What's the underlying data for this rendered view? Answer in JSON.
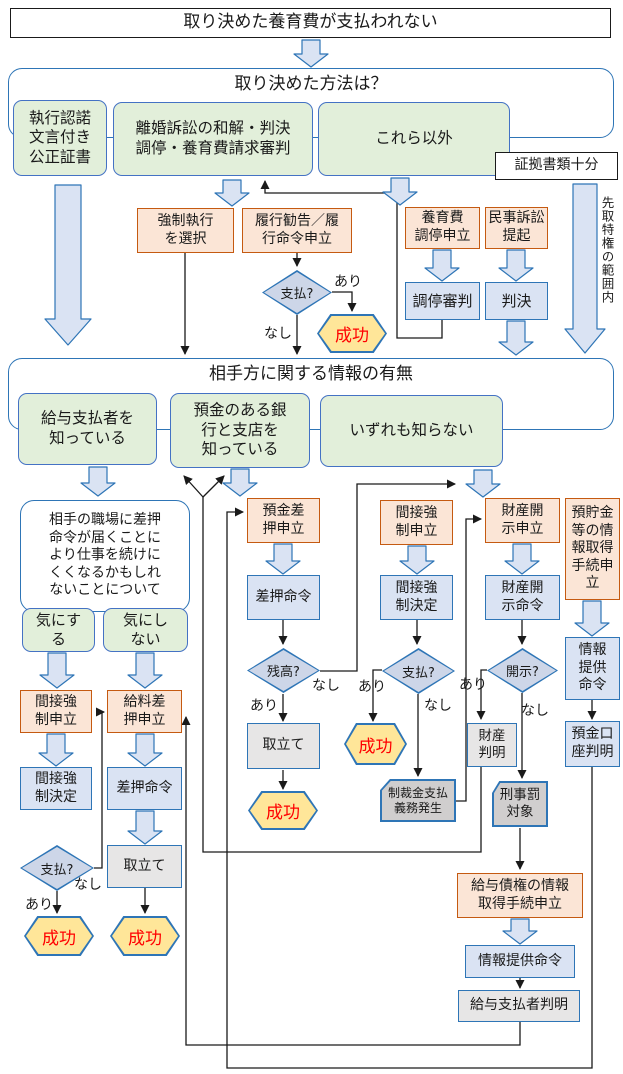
{
  "palette": {
    "green_fill": "#e2efda",
    "orange_fill": "#fbe5d6",
    "blue_fill": "#dae3f3",
    "gray_fill": "#e7e6e6",
    "dark_gray_fill": "#d0cece",
    "hex_fill": "#ffe699",
    "diamond_fill": "#cdd6e8",
    "blue_border": "#2e75b6",
    "orange_border": "#c55a11",
    "green_border": "#4472c4",
    "success_text": "#ff0000",
    "line": "#1a1a1a"
  },
  "nodes": {
    "start": "取り決めた養育費が支払われない",
    "method_q": "取り決めた方法は？",
    "notarized": "執行認諾\n文言付き\n公正証書",
    "court_settlement": "離婚訴訟の和解・判決\n調停・養育費請求審判",
    "other": "これら以外",
    "evidence": "証拠書類十分",
    "lien_note": "先取特権の範囲内",
    "choose_enforcement": "強制執行\nを選択",
    "advice_filing": "履行勧告／履\n行命令申立",
    "pay_q": "支払?",
    "balance_q": "残高?",
    "disclose_q": "開示?",
    "success": "成功",
    "mediation_filing": "養育費\n調停申立",
    "civil_suit": "民事訴訟\n提起",
    "mediation_ruling": "調停審判",
    "judgment": "判決",
    "info_q": "相手方に関する情報の有無",
    "know_employer": "給与支払者を\n知っている",
    "know_bank": "預金のある銀\n行と支店を\n知っている",
    "know_neither": "いずれも知らない",
    "worry_text": "相手の職場に差押\n命令が届くことに\nより仕事を続けに\nくくなるかもしれ\nないことについて",
    "mind": "気にす\nる",
    "not_mind": "気にし\nない",
    "indirect_filing": "間接強\n制申立",
    "salary_garnish_filing": "給料差\n押申立",
    "indirect_order": "間接強\n制決定",
    "garnish_order": "差押命令",
    "collect": "取立て",
    "deposit_garnish_filing": "預金差\n押申立",
    "sanction": "制裁金支払\n義務発生",
    "asset_disclosure_filing": "財産開\n示申立",
    "asset_disclosure_order": "財産開\n示命令",
    "asset_found": "財産\n判明",
    "criminal_penalty": "刑事罰\n対象",
    "deposit_info_filing": "預貯金\n等の情\n報取得\n手続申\n立",
    "info_order_vertical": "情報\n提供\n命令",
    "account_found": "預金口\n座判明",
    "salary_info_filing": "給与債権の情報\n取得手続申立",
    "info_order": "情報提供命令",
    "employer_found": "給与支払者判明"
  },
  "labels": {
    "yes": "あり",
    "no": "なし"
  }
}
